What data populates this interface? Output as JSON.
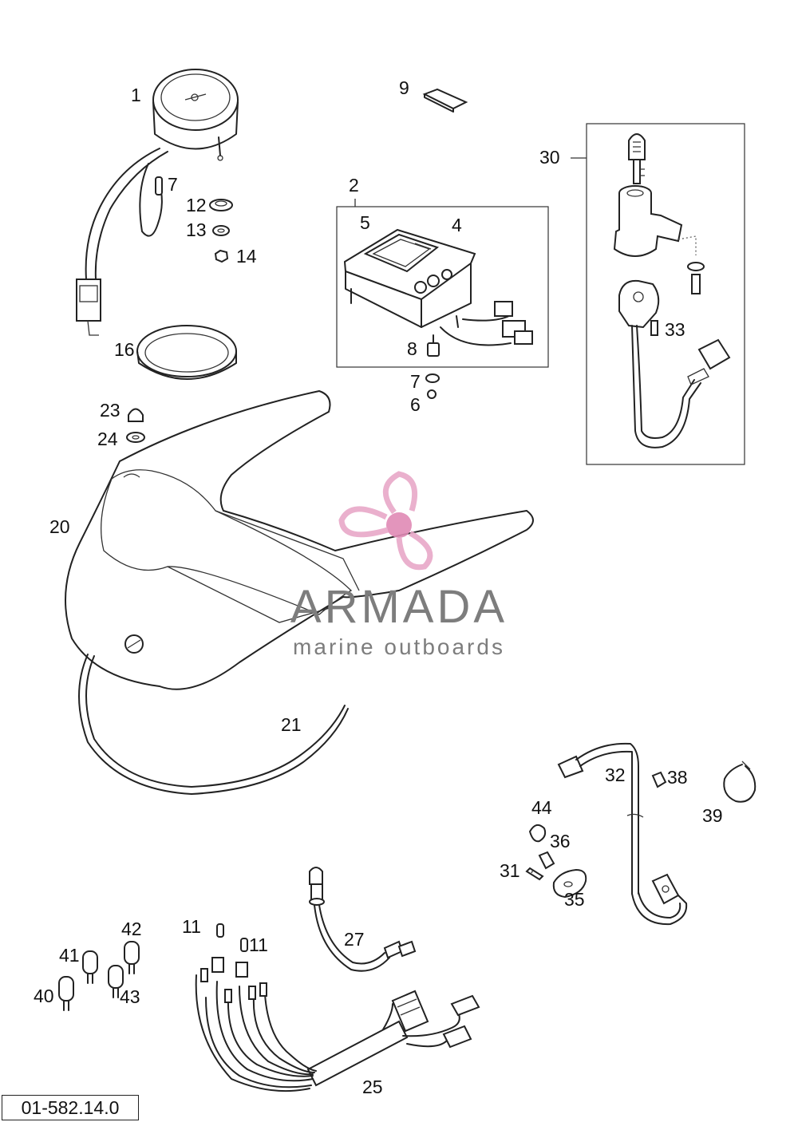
{
  "watermark": {
    "brand": "ARMADA",
    "tagline": "marine outboards",
    "logo_color": "#e8a8c8",
    "logo_hub_color": "#e08ab5",
    "text_color": "#7d7d7d"
  },
  "drawing_number": "01-582.14.0",
  "part_labels": {
    "p1": "1",
    "p2": "2",
    "p4": "4",
    "p5": "5",
    "p6": "6",
    "p7a": "7",
    "p7b": "7",
    "p8": "8",
    "p9": "9",
    "p11a": "11",
    "p11b": "11",
    "p12": "12",
    "p13": "13",
    "p14": "14",
    "p16": "16",
    "p20": "20",
    "p21": "21",
    "p23": "23",
    "p24": "24",
    "p25": "25",
    "p27": "27",
    "p30": "30",
    "p31": "31",
    "p32": "32",
    "p33": "33",
    "p35": "35",
    "p36": "36",
    "p38": "38",
    "p39": "39",
    "p40": "40",
    "p41": "41",
    "p42": "42",
    "p43": "43",
    "p44": "44"
  }
}
